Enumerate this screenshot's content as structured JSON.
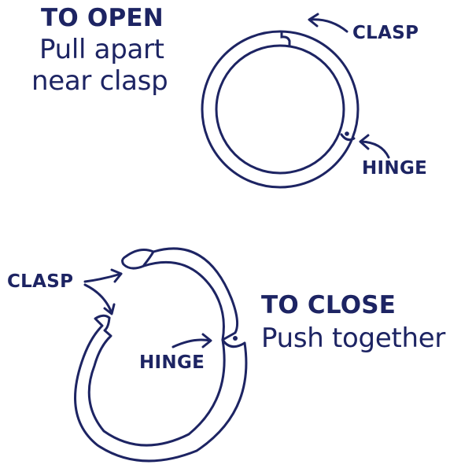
{
  "colors": {
    "ink": "#1d2463"
  },
  "open_instructions": {
    "title": "TO OPEN",
    "lines": [
      "Pull apart",
      "near clasp"
    ]
  },
  "close_instructions": {
    "title": "TO CLOSE",
    "lines": [
      "Push together"
    ]
  },
  "closed_ring": {
    "clasp_label": "CLASP",
    "hinge_label": "HINGE"
  },
  "open_ring": {
    "clasp_label": "CLASP",
    "hinge_label": "HINGE"
  }
}
